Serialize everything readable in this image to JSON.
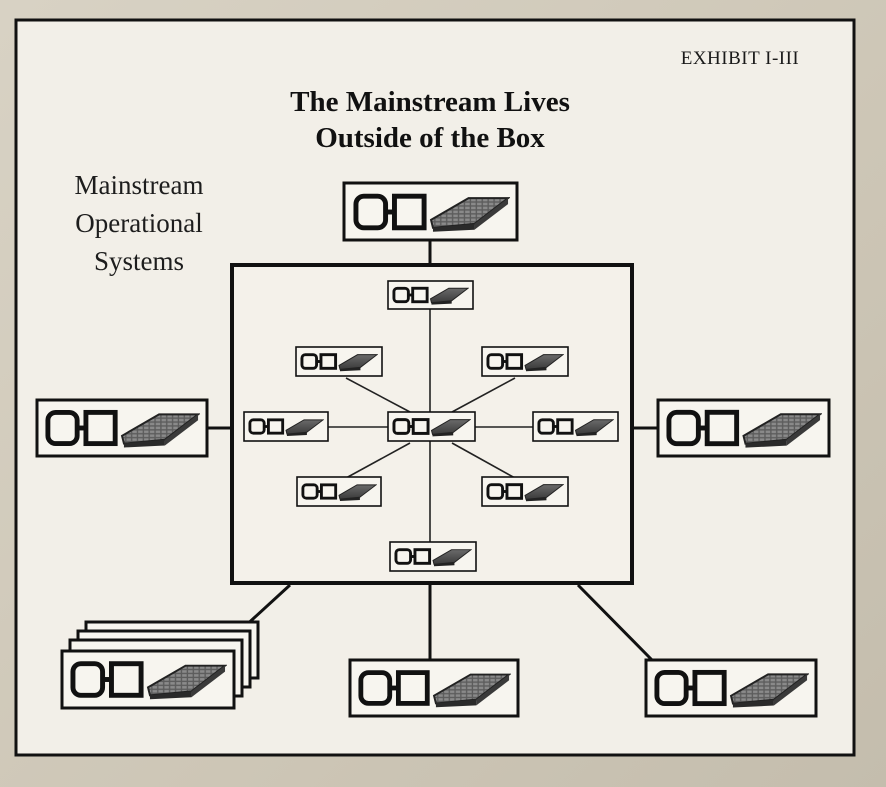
{
  "exhibit_label": "EXHIBIT I-III",
  "title": {
    "line1": "The Mainstream Lives",
    "line2": "Outside of the Box"
  },
  "side_label": {
    "line1": "Mainstream",
    "line2": "Operational",
    "line3": "Systems"
  },
  "node_icon": "computer-system-icon",
  "colors": {
    "ink": "#111111",
    "paper": "#f2efe8",
    "page_background": "#d2ccbe"
  }
}
